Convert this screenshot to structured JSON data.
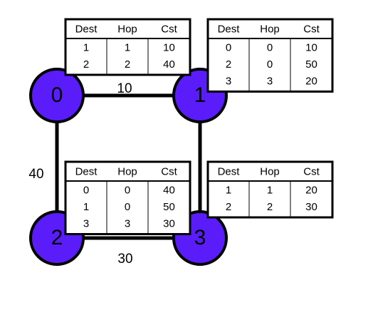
{
  "colors": {
    "node_fill": "#5a1cf8",
    "stroke": "#000000",
    "background": "#ffffff",
    "table_fill": "#ffffff"
  },
  "graph": {
    "nodes": [
      {
        "id": "0",
        "label": "0"
      },
      {
        "id": "1",
        "label": "1"
      },
      {
        "id": "2",
        "label": "2"
      },
      {
        "id": "3",
        "label": "3"
      }
    ],
    "edges": [
      {
        "from": "0",
        "to": "1",
        "label": "10"
      },
      {
        "from": "0",
        "to": "2",
        "label": "40"
      },
      {
        "from": "2",
        "to": "3",
        "label": "30"
      },
      {
        "from": "1",
        "to": "3",
        "label": ""
      }
    ]
  },
  "routing_tables": [
    {
      "node": "0",
      "headers": [
        "Dest",
        "Hop",
        "Cst"
      ],
      "rows": [
        [
          "1",
          "1",
          "10"
        ],
        [
          "2",
          "2",
          "40"
        ]
      ]
    },
    {
      "node": "1",
      "headers": [
        "Dest",
        "Hop",
        "Cst"
      ],
      "rows": [
        [
          "0",
          "0",
          "10"
        ],
        [
          "2",
          "0",
          "50"
        ],
        [
          "3",
          "3",
          "20"
        ]
      ]
    },
    {
      "node": "2",
      "headers": [
        "Dest",
        "Hop",
        "Cst"
      ],
      "rows": [
        [
          "0",
          "0",
          "40"
        ],
        [
          "1",
          "0",
          "50"
        ],
        [
          "3",
          "3",
          "30"
        ]
      ]
    },
    {
      "node": "3",
      "headers": [
        "Dest",
        "Hop",
        "Cst"
      ],
      "rows": [
        [
          "1",
          "1",
          "20"
        ],
        [
          "2",
          "2",
          "30"
        ]
      ]
    }
  ]
}
